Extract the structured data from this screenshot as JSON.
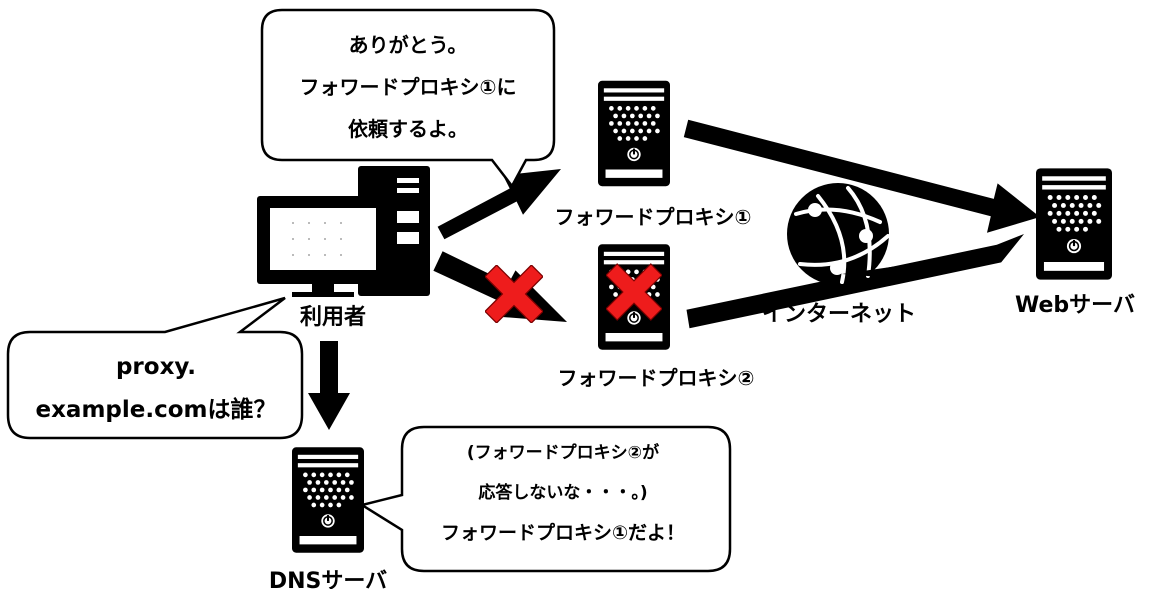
{
  "nodes": {
    "user": {
      "label": "利用者",
      "icon": "desktop-computer-icon"
    },
    "dns": {
      "label": "DNSサーバ",
      "icon": "server-icon"
    },
    "proxy1": {
      "label": "フォワードプロキシ①",
      "icon": "server-icon"
    },
    "proxy2": {
      "label": "フォワードプロキシ②",
      "icon": "server-icon",
      "status": "unreachable"
    },
    "internet": {
      "label": "インターネット",
      "icon": "globe-icon"
    },
    "web": {
      "label": "Webサーバ",
      "icon": "server-icon"
    }
  },
  "bubbles": {
    "user_thanks": [
      "ありがとう。",
      "フォワードプロキシ①に",
      "依頼するよ。"
    ],
    "user_query": [
      "proxy.",
      "example.comは誰？"
    ],
    "dns_answer": [
      "(フォワードプロキシ②が",
      "応答しないな・・・。)",
      "フォワードプロキシ①だよ！"
    ]
  },
  "colors": {
    "failure_mark": "#ee1c1c",
    "ink": "#000000",
    "background": "#ffffff"
  }
}
